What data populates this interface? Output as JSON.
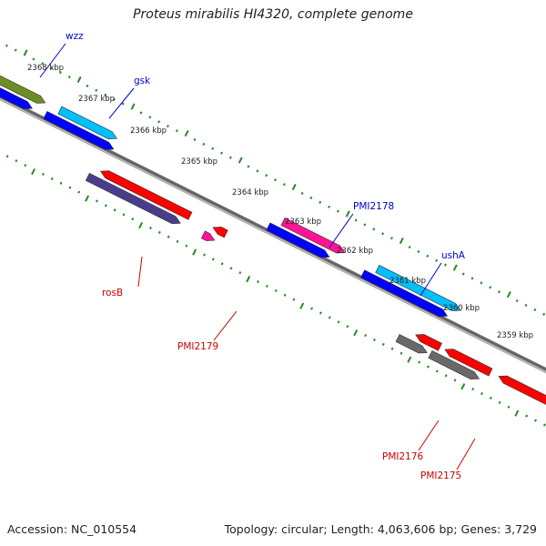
{
  "title": "Proteus mirabilis HI4320, complete genome",
  "footer": {
    "accession": "Accession: NC_010554",
    "summary": "Topology: circular; Length: 4,063,606 bp; Genes: 3,729"
  },
  "colors": {
    "backbone": "#808080",
    "tick": "#228B22",
    "label_forward": "#0000cc",
    "label_reverse": "#cc0000",
    "blue_cds": "#0000ff",
    "red_cds": "#ff0000",
    "olive": "#6b8e23",
    "cyan": "#00bfff",
    "magenta": "#ff1493",
    "slate": "#483d8b",
    "grey": "#696969"
  },
  "kbp_labels": [
    "2368 kbp",
    "2367 kbp",
    "2366 kbp",
    "2365 kbp",
    "2364 kbp",
    "2363 kbp",
    "2362 kbp",
    "2361 kbp",
    "2360 kbp",
    "2359 kbp"
  ],
  "gene_labels": [
    {
      "text": "wzz",
      "strand": "forward"
    },
    {
      "text": "gsk",
      "strand": "forward"
    },
    {
      "text": "PMI2178",
      "strand": "forward"
    },
    {
      "text": "ushA",
      "strand": "forward"
    },
    {
      "text": "rosB",
      "strand": "reverse"
    },
    {
      "text": "PMI2179",
      "strand": "reverse"
    },
    {
      "text": "PMI2176",
      "strand": "reverse"
    },
    {
      "text": "PMI2175",
      "strand": "reverse"
    }
  ]
}
